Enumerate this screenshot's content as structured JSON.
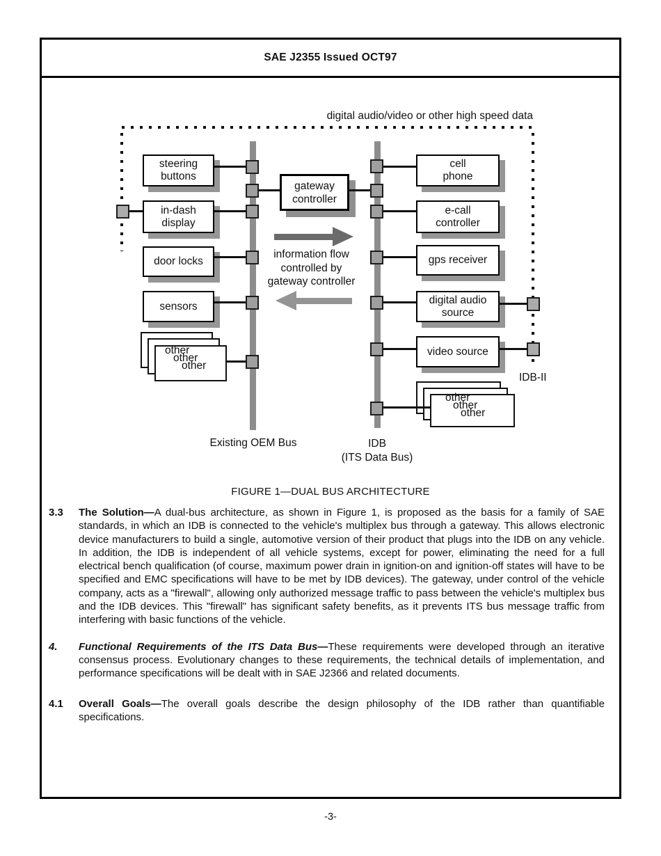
{
  "header": {
    "title": "SAE J2355 Issued OCT97"
  },
  "figure": {
    "top_label": "digital audio/video or other high speed data",
    "caption": "FIGURE 1—DUAL BUS ARCHITECTURE",
    "gateway_label": "gateway\ncontroller",
    "flow_note": "information flow\ncontrolled by\ngateway controller",
    "idb2_label": "IDB-II",
    "left_bus": {
      "label": "Existing OEM Bus",
      "devices": [
        {
          "label": "steering\nbuttons"
        },
        {
          "label": "in-dash\ndisplay"
        },
        {
          "label": "door locks"
        },
        {
          "label": "sensors"
        }
      ],
      "other_stack": [
        "other",
        "other",
        "other"
      ]
    },
    "right_bus": {
      "label": "IDB\n(ITS Data Bus)",
      "devices": [
        {
          "label": "cell\nphone"
        },
        {
          "label": "e-call\ncontroller"
        },
        {
          "label": "gps receiver"
        },
        {
          "label": "digital audio\nsource"
        },
        {
          "label": "video source"
        }
      ],
      "other_stack": [
        "other",
        "other",
        "other"
      ]
    }
  },
  "sections": [
    {
      "number": "3.3",
      "heading": "The Solution—",
      "body": "A dual-bus architecture, as shown in Figure 1, is proposed as the basis for a family of SAE standards, in which an IDB is connected to the vehicle's multiplex bus through a gateway.  This allows electronic device manufacturers to build a single, automotive version of their product that plugs into the IDB on any vehicle.  In addition, the IDB is independent of all vehicle systems, except for power, eliminating the need for a full electrical bench qualification (of course, maximum power drain in ignition-on and ignition-off states will have to be specified and EMC specifications will have to be met by IDB devices).  The gateway, under control of the vehicle company, acts as a \"firewall\", allowing only authorized message traffic to pass between the vehicle's multiplex bus and the IDB devices.  This \"firewall\" has significant safety benefits, as it prevents ITS bus message traffic from interfering with basic functions of the vehicle."
    },
    {
      "number": "4.",
      "heading": "Functional Requirements of the ITS Data Bus—",
      "body": "These requirements were developed through an iterative consensus process.  Evolutionary changes to these requirements, the technical details of implementation, and performance specifications will be dealt with in SAE J2366 and related documents."
    },
    {
      "number": "4.1",
      "heading": "Overall Goals—",
      "body": "The overall goals describe the design philosophy of the IDB rather than quantifiable specifications."
    }
  ],
  "footer": {
    "page_number": "-3-"
  },
  "colors": {
    "bus_gray": "#8d8d8d",
    "connector_gray": "#9f9f9f",
    "shadow_gray": "#969696",
    "arrow_dark": "#6b6b6b",
    "arrow_light": "#949494"
  }
}
